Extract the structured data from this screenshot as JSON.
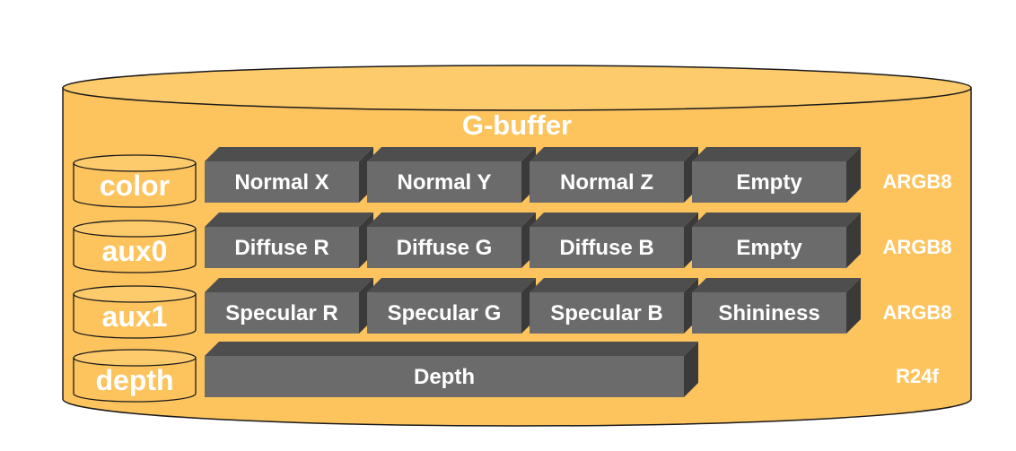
{
  "title": "G-buffer",
  "colors": {
    "cylinder_fill": "#fdc45e",
    "cylinder_top": "#fdcb6c",
    "cylinder_stroke": "#1a1a1a",
    "block_front": "#6b6b6b",
    "block_top": "#4e4e4e",
    "block_side": "#3a3a3a",
    "text": "#ffffff"
  },
  "buffers": [
    {
      "label": "color",
      "format": "ARGB8",
      "channels": [
        "Normal X",
        "Normal Y",
        "Normal Z",
        "Empty"
      ]
    },
    {
      "label": "aux0",
      "format": "ARGB8",
      "channels": [
        "Diffuse R",
        "Diffuse G",
        "Diffuse B",
        "Empty"
      ]
    },
    {
      "label": "aux1",
      "format": "ARGB8",
      "channels": [
        "Specular R",
        "Specular G",
        "Specular B",
        "Shininess"
      ]
    },
    {
      "label": "depth",
      "format": "R24f",
      "channels": [
        "Depth"
      ]
    }
  ]
}
